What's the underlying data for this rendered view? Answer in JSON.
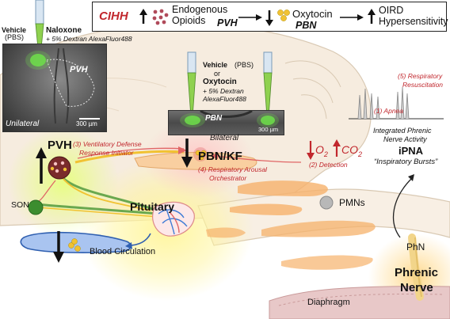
{
  "legend": {
    "cihh": "CIHH",
    "opioids_line1": "Endogenous",
    "opioids_line2": "Opioids",
    "pvh": "PVH",
    "oxytocin": "Oxytocin",
    "pbn": "PBN",
    "oird_line1": "OIRD",
    "oird_line2": "Hypersensitivity"
  },
  "pvh_injection": {
    "vehicle": "Vehicle",
    "vehicle_sub": "(PBS)",
    "drug": "Naloxone",
    "tracer": "+ 5% Dextran AlexaFluor488",
    "region": "PVH",
    "mode": "Unilateral",
    "scale": "300 µm"
  },
  "pbn_injection": {
    "vehicle": "Vehicle",
    "vehicle_sub": "(PBS)",
    "or": "or",
    "drug": "Oxytocin",
    "tracer_1": "+ 5% Dextran",
    "tracer_2": "AlexaFluor488",
    "region": "PBN",
    "mode": "Bilateral",
    "scale": "300 µm"
  },
  "labels": {
    "pvh": "PVH",
    "pvh_role_1": "(3) Ventilatory Defense",
    "pvh_role_2": "Response Initiator",
    "son": "SON",
    "pituitary": "Pituitary",
    "blood": "Blood Circulation",
    "pbnkf": "PBN/KF",
    "pbnkf_role_1": "(4) Respiratory Arousal",
    "pbnkf_role_2": "Orchestrator",
    "o2": "O",
    "o2_sub": "2",
    "co2": "CO",
    "co2_sub": "2",
    "detection": "(2) Detection",
    "pmns": "PMNs",
    "phn": "PhN",
    "phrenic_1": "Phrenic",
    "phrenic_2": "Nerve",
    "diaphragm": "Diaphragm",
    "apnea": "(1) Apnea",
    "resusc_1": "(5) Respiratory",
    "resusc_2": "Resuscitation",
    "ipna_desc_1": "Integrated Phrenic",
    "ipna_desc_2": "Nerve Activity",
    "ipna": "iPNA",
    "bursts": "“Inspiratory Bursts”"
  },
  "colors": {
    "red_text": "#c1272d",
    "green_pathway": "#6aa84f",
    "yellow_pathway": "#f1c232",
    "orange_tissue": "#f6b26b",
    "pvh_node": "#7a2b2b",
    "son_node": "#3c8d2f",
    "pituitary_vessel": "#3d7bd6",
    "blood_vessel": "#2f5fb0"
  }
}
